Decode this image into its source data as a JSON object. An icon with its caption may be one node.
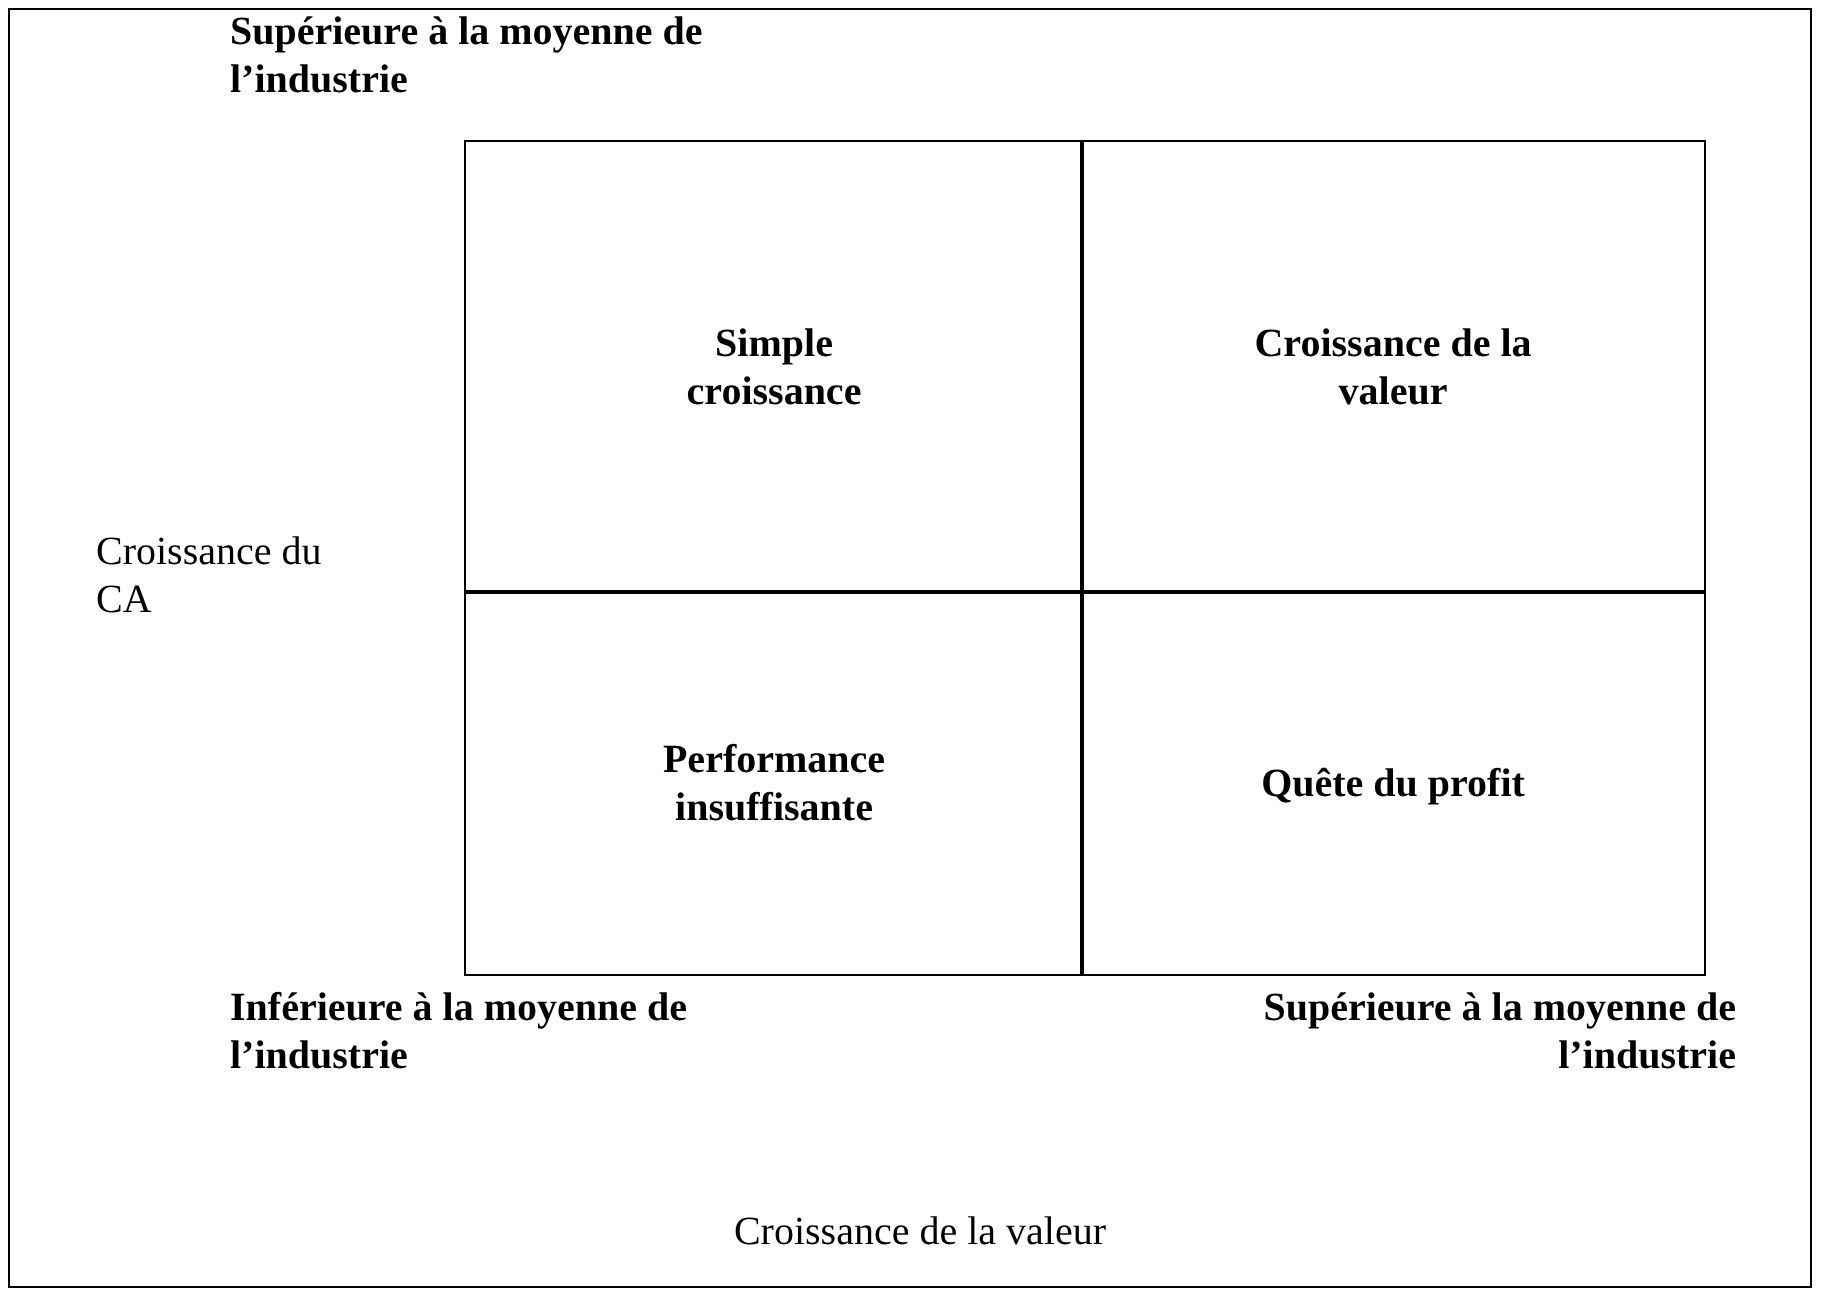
{
  "diagram": {
    "nodes": [
      {
        "text": [
          "Simple croissance"
        ]
      },
      {
        "text": [
          "Croissance de la valeur"
        ]
      },
      {
        "text": [
          "Performance insuffisante"
        ]
      },
      {
        "text": [
          "Quête du profit"
        ]
      }
    ],
    "labels": [
      "Supérieure à la moyenne de l’industrie",
      "Croissance du CA",
      "Inférieure à la moyenne de l’industrie",
      "Supérieure à la moyenne de l’industrie",
      "Croissance de la valeur"
    ]
  }
}
